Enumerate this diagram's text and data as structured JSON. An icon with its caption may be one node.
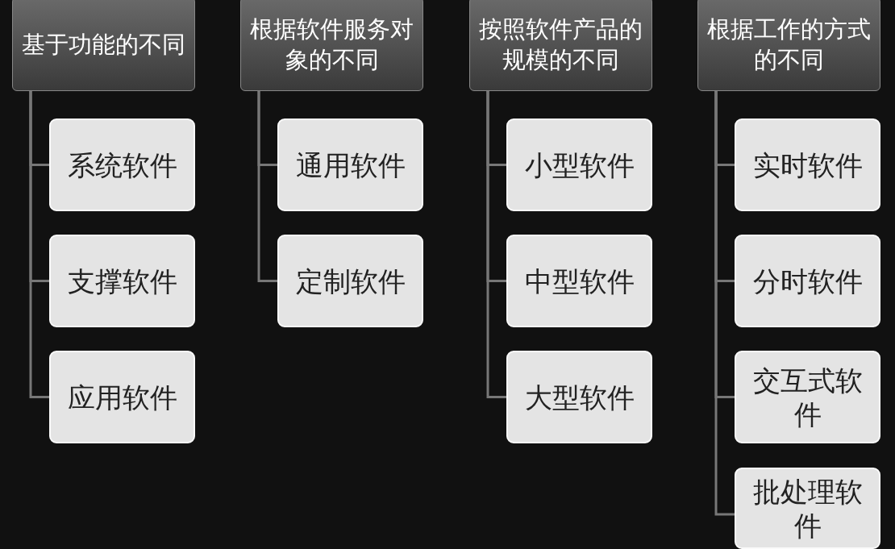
{
  "diagram": {
    "nodes": [
      {
        "text": [
          "基于功能的不同"
        ]
      },
      {
        "text": [
          "系统软件"
        ]
      },
      {
        "text": [
          "支撑软件"
        ]
      },
      {
        "text": [
          "应用软件"
        ]
      },
      {
        "text": [
          "根据软件服务对象的不同"
        ]
      },
      {
        "text": [
          "通用软件"
        ]
      },
      {
        "text": [
          "定制软件"
        ]
      },
      {
        "text": [
          "按照软件产品的规模的不同"
        ]
      },
      {
        "text": [
          "小型软件"
        ]
      },
      {
        "text": [
          "中型软件"
        ]
      },
      {
        "text": [
          "大型软件"
        ]
      },
      {
        "text": [
          "根据工作的方式的不同"
        ]
      },
      {
        "text": [
          "实时软件"
        ]
      },
      {
        "text": [
          "分时软件"
        ]
      },
      {
        "text": [
          "交互式软件"
        ]
      },
      {
        "text": [
          "批处理软件"
        ]
      }
    ],
    "edges": [
      {
        "from": 0,
        "to": 1,
        "arrow": "none"
      },
      {
        "from": 0,
        "to": 2,
        "arrow": "none"
      },
      {
        "from": 0,
        "to": 3,
        "arrow": "none"
      },
      {
        "from": 4,
        "to": 5,
        "arrow": "none"
      },
      {
        "from": 4,
        "to": 6,
        "arrow": "none"
      },
      {
        "from": 7,
        "to": 8,
        "arrow": "none"
      },
      {
        "from": 7,
        "to": 9,
        "arrow": "none"
      },
      {
        "from": 7,
        "to": 10,
        "arrow": "none"
      },
      {
        "from": 11,
        "to": 12,
        "arrow": "none"
      },
      {
        "from": 11,
        "to": 13,
        "arrow": "none"
      },
      {
        "from": 11,
        "to": 14,
        "arrow": "none"
      },
      {
        "from": 11,
        "to": 15,
        "arrow": "none"
      }
    ]
  }
}
